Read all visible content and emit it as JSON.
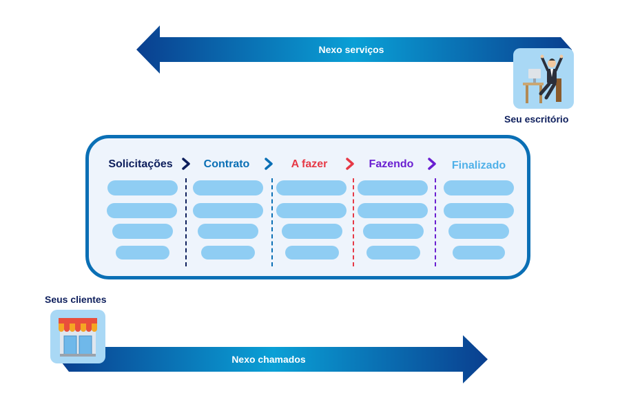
{
  "top_flow": {
    "label": "Nexo serviços",
    "direction": "left"
  },
  "bottom_flow": {
    "label": "Nexo chamados",
    "direction": "right"
  },
  "office": {
    "label": "Seu escritório",
    "icon": "office-worker-icon"
  },
  "clients": {
    "label": "Seus clientes",
    "icon": "storefront-icon"
  },
  "board": {
    "columns": [
      {
        "title": "Solicitações",
        "color": "#0d1e5c"
      },
      {
        "title": "Contrato",
        "color": "#0a6fb5"
      },
      {
        "title": "A fazer",
        "color": "#e63946"
      },
      {
        "title": "Fazendo",
        "color": "#6a1fd1"
      },
      {
        "title": "Finalizado",
        "color": "#4fb0e8"
      }
    ],
    "card_color": "#8fcdf3",
    "border_color": "#0a6fb5"
  }
}
